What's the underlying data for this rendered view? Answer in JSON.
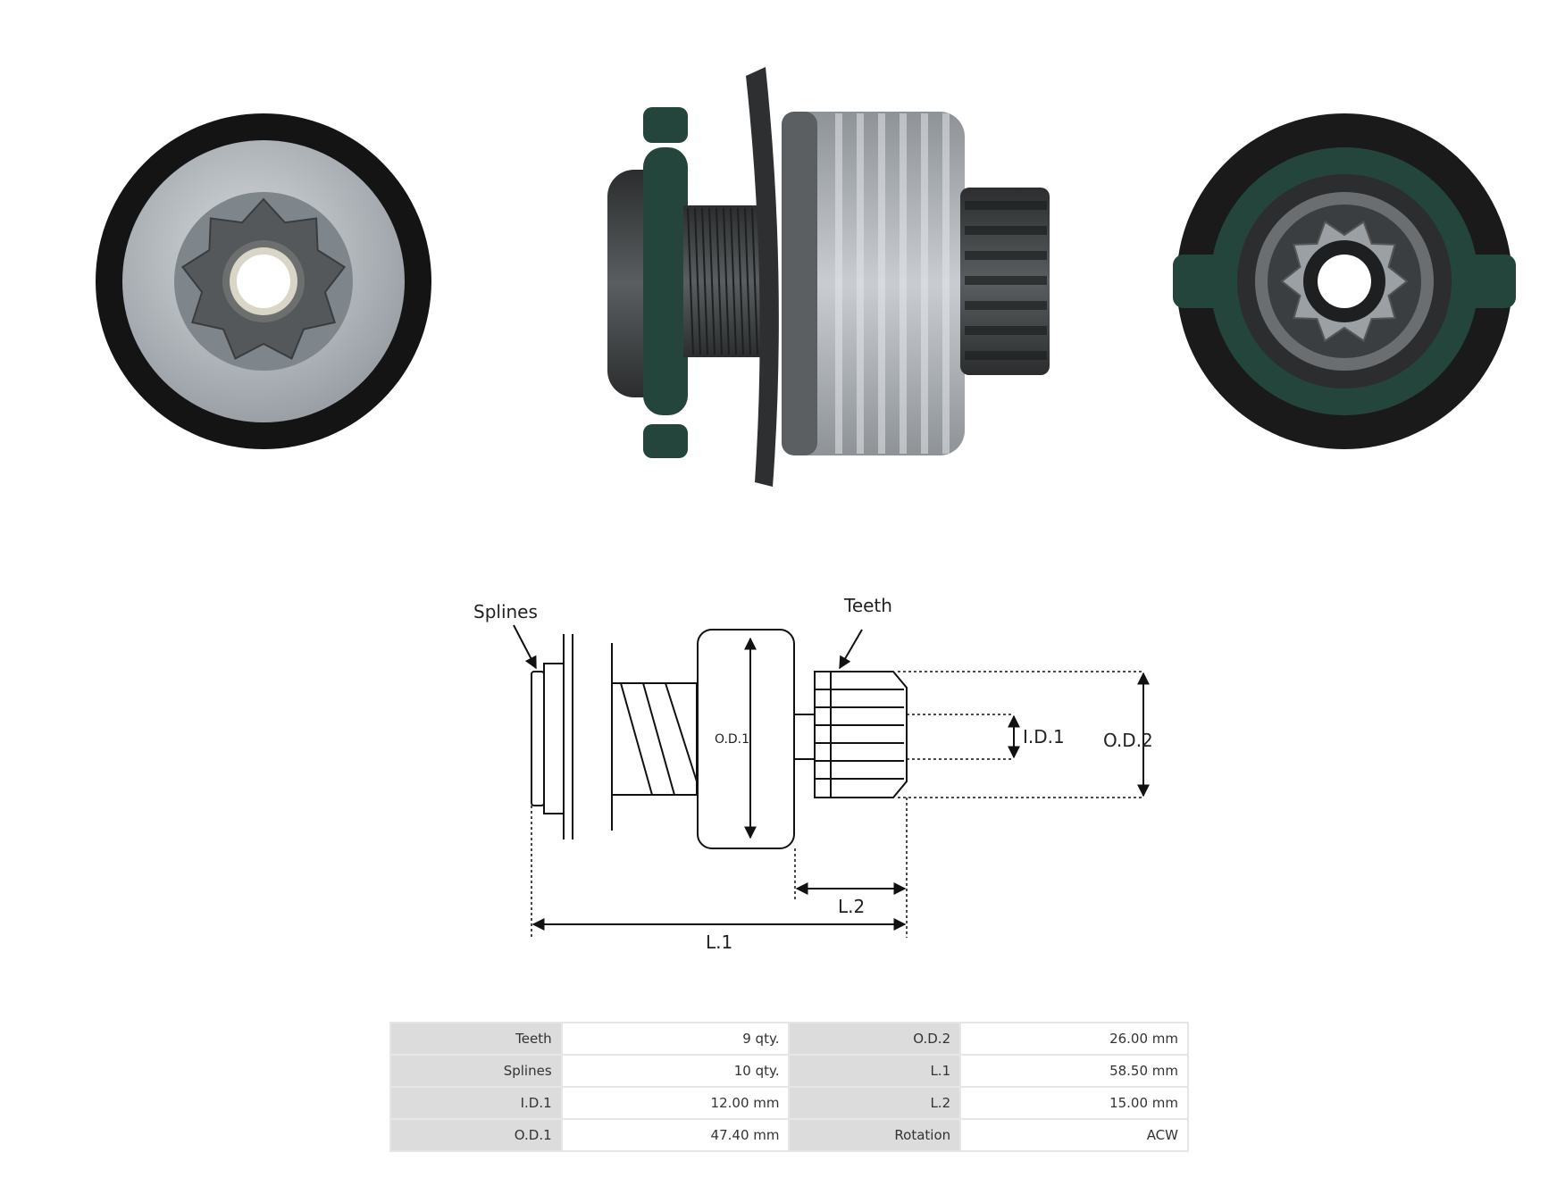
{
  "diagram": {
    "labels": {
      "splines": "Splines",
      "teeth": "Teeth",
      "od1": "O.D.1",
      "id1": "I.D.1",
      "od2": "O.D.2",
      "l1": "L.1",
      "l2": "L.2"
    }
  },
  "specs": [
    {
      "k1": "Teeth",
      "v1": "9 qty.",
      "k2": "O.D.2",
      "v2": "26.00 mm"
    },
    {
      "k1": "Splines",
      "v1": "10 qty.",
      "k2": "L.1",
      "v2": "58.50 mm"
    },
    {
      "k1": "I.D.1",
      "v1": "12.00 mm",
      "k2": "L.2",
      "v2": "15.00 mm"
    },
    {
      "k1": "O.D.1",
      "v1": "47.40 mm",
      "k2": "Rotation",
      "v2": "ACW"
    }
  ],
  "colors": {
    "rubber": "#141414",
    "steel": "#b7bcc1",
    "dark_steel": "#3c3f40",
    "green_plastic": "#24453c"
  }
}
